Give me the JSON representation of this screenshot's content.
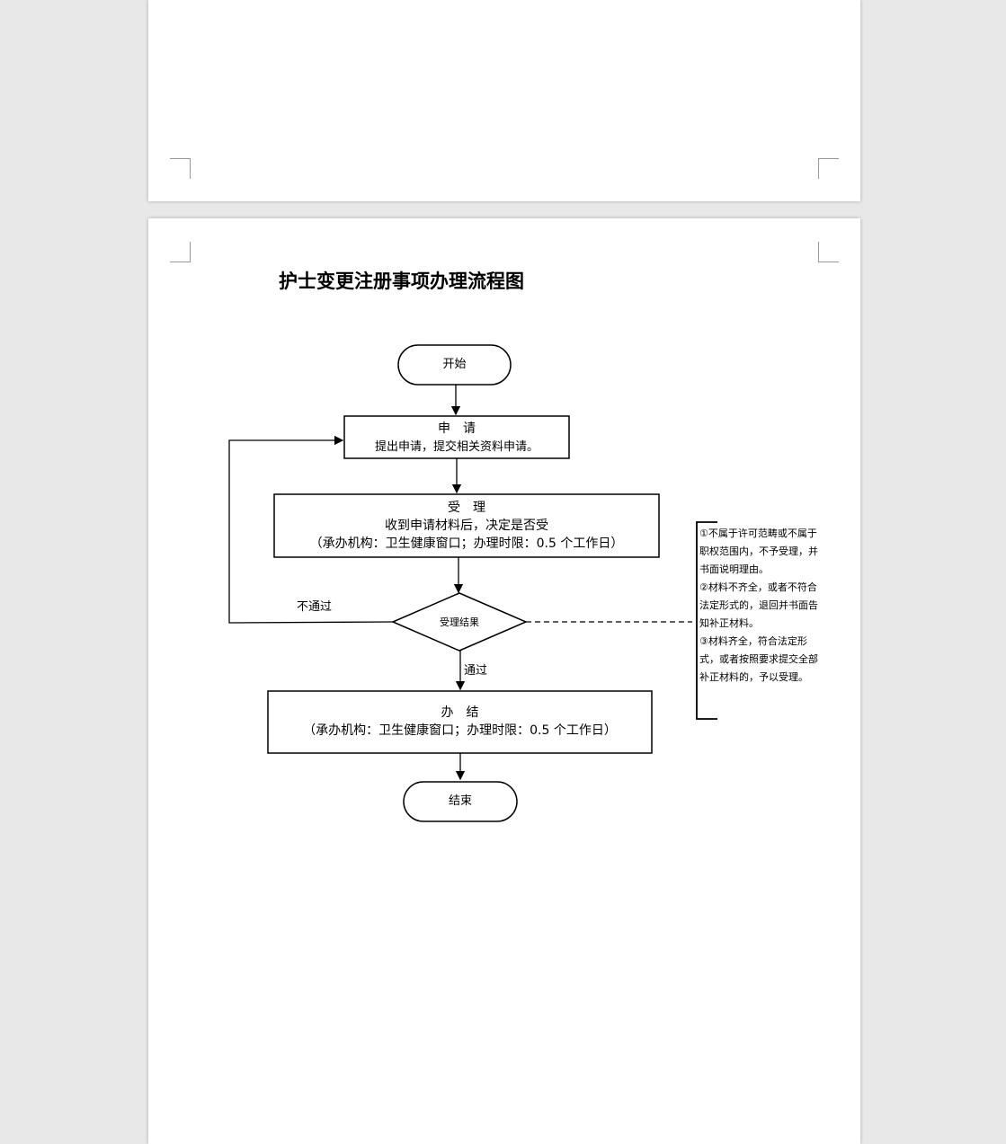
{
  "document": {
    "title": "护士变更注册事项办理流程图",
    "flowchart": {
      "start": "开始",
      "apply": {
        "heading": "申　请",
        "text": "提出申请，提交相关资料申请。"
      },
      "accept": {
        "heading": "受　理",
        "text": "收到申请材料后，决定是否受",
        "agency": "（承办机构：卫生健康窗口；办理时限：0.5 个工作日）"
      },
      "decision": "受理结果",
      "fail_label": "不通过",
      "pass_label": "通过",
      "finish": {
        "heading": "办　结",
        "agency": "（承办机构：卫生健康窗口；办理时限：0.5 个工作日）"
      },
      "end": "结束",
      "notes": [
        "①不属于许可范畴或不属于职权范围内，不予受理，并书面说明理由。",
        "②材料不齐全，或者不符合法定形式的，退回并书面告知补正材料。",
        "③材料齐全，符合法定形式，或者按照要求提交全部补正材料的，予以受理。"
      ]
    }
  }
}
